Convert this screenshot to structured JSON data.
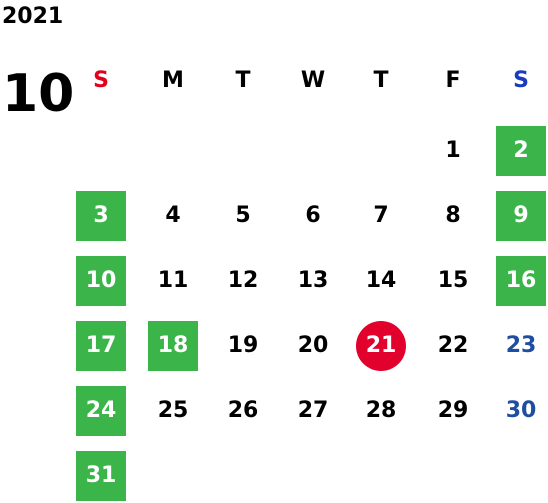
{
  "calendar": {
    "year": "2021",
    "month": "10",
    "weekdays": [
      {
        "label": "S",
        "color": "#e2001a"
      },
      {
        "label": "M",
        "color": "#000000"
      },
      {
        "label": "T",
        "color": "#000000"
      },
      {
        "label": "W",
        "color": "#000000"
      },
      {
        "label": "T",
        "color": "#000000"
      },
      {
        "label": "F",
        "color": "#000000"
      },
      {
        "label": "S",
        "color": "#1a3bbf"
      }
    ],
    "weeks": [
      [
        {
          "day": "",
          "type": "empty"
        },
        {
          "day": "",
          "type": "empty"
        },
        {
          "day": "",
          "type": "empty"
        },
        {
          "day": "",
          "type": "empty"
        },
        {
          "day": "",
          "type": "empty"
        },
        {
          "day": "1",
          "type": "normal"
        },
        {
          "day": "2",
          "type": "holiday"
        }
      ],
      [
        {
          "day": "3",
          "type": "holiday"
        },
        {
          "day": "4",
          "type": "normal"
        },
        {
          "day": "5",
          "type": "normal"
        },
        {
          "day": "6",
          "type": "normal"
        },
        {
          "day": "7",
          "type": "normal"
        },
        {
          "day": "8",
          "type": "normal"
        },
        {
          "day": "9",
          "type": "holiday"
        }
      ],
      [
        {
          "day": "10",
          "type": "holiday"
        },
        {
          "day": "11",
          "type": "normal"
        },
        {
          "day": "12",
          "type": "normal"
        },
        {
          "day": "13",
          "type": "normal"
        },
        {
          "day": "14",
          "type": "normal"
        },
        {
          "day": "15",
          "type": "normal"
        },
        {
          "day": "16",
          "type": "holiday"
        }
      ],
      [
        {
          "day": "17",
          "type": "holiday"
        },
        {
          "day": "18",
          "type": "holiday"
        },
        {
          "day": "19",
          "type": "normal"
        },
        {
          "day": "20",
          "type": "normal"
        },
        {
          "day": "21",
          "type": "today"
        },
        {
          "day": "22",
          "type": "normal"
        },
        {
          "day": "23",
          "type": "saturday"
        }
      ],
      [
        {
          "day": "24",
          "type": "holiday"
        },
        {
          "day": "25",
          "type": "normal"
        },
        {
          "day": "26",
          "type": "normal"
        },
        {
          "day": "27",
          "type": "normal"
        },
        {
          "day": "28",
          "type": "normal"
        },
        {
          "day": "29",
          "type": "normal"
        },
        {
          "day": "30",
          "type": "saturday"
        }
      ],
      [
        {
          "day": "31",
          "type": "holiday"
        },
        {
          "day": "",
          "type": "empty"
        },
        {
          "day": "",
          "type": "empty"
        },
        {
          "day": "",
          "type": "empty"
        },
        {
          "day": "",
          "type": "empty"
        },
        {
          "day": "",
          "type": "empty"
        },
        {
          "day": "",
          "type": "empty"
        }
      ]
    ]
  }
}
